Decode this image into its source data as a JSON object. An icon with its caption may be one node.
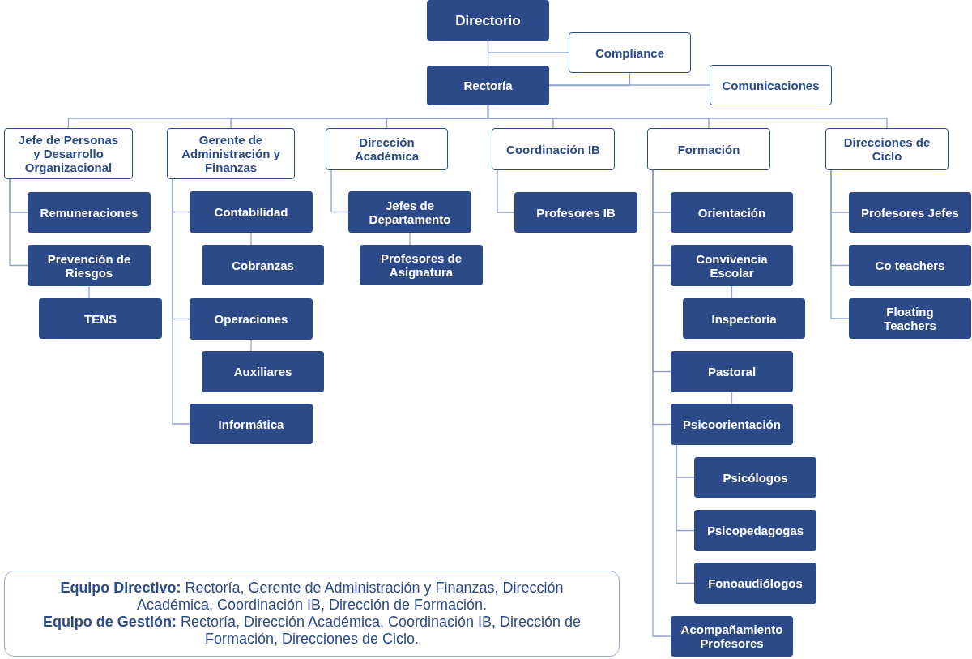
{
  "diagram": {
    "nodes": [
      {
        "text": [
          "Directorio"
        ]
      },
      {
        "text": [
          "Compliance"
        ]
      },
      {
        "text": [
          "Rectoría"
        ]
      },
      {
        "text": [
          "Comunicaciones"
        ]
      },
      {
        "text": [
          "Jefe de Personas y Desarrollo Organizacional"
        ]
      },
      {
        "text": [
          "Gerente de Administración y Finanzas"
        ]
      },
      {
        "text": [
          "Dirección Académica"
        ]
      },
      {
        "text": [
          "Coordinación IB"
        ]
      },
      {
        "text": [
          "Formación"
        ]
      },
      {
        "text": [
          "Direcciones de Ciclo"
        ]
      },
      {
        "text": [
          "Remuneraciones"
        ]
      },
      {
        "text": [
          "Prevención de Riesgos"
        ]
      },
      {
        "text": [
          "TENS"
        ]
      },
      {
        "text": [
          "Contabilidad"
        ]
      },
      {
        "text": [
          "Cobranzas"
        ]
      },
      {
        "text": [
          "Operaciones"
        ]
      },
      {
        "text": [
          "Auxiliares"
        ]
      },
      {
        "text": [
          "Informática"
        ]
      },
      {
        "text": [
          "Jefes de Departamento"
        ]
      },
      {
        "text": [
          "Profesores de Asignatura"
        ]
      },
      {
        "text": [
          "Profesores IB"
        ]
      },
      {
        "text": [
          "Orientación"
        ]
      },
      {
        "text": [
          "Convivencia Escolar"
        ]
      },
      {
        "text": [
          "Inspectoría"
        ]
      },
      {
        "text": [
          "Pastoral"
        ]
      },
      {
        "text": [
          "Psicoorientación"
        ]
      },
      {
        "text": [
          "Psicólogos"
        ]
      },
      {
        "text": [
          "Psicopedagogas"
        ]
      },
      {
        "text": [
          "Fonoaudiólogos"
        ]
      },
      {
        "text": [
          "Acompañamiento Profesores"
        ]
      },
      {
        "text": [
          "Profesores Jefes"
        ]
      },
      {
        "text": [
          "Co teachers"
        ]
      },
      {
        "text": [
          "Floating Teachers"
        ]
      },
      {
        "text": [
          "**Equipo Directivo:** Rectoría, Gerente de Administración y Finanzas, Dirección Académica, Coordinación IB, Dirección de Formación.",
          "**Equipo de Gestión:** Rectoría, Dirección Académica, Coordinación IB, Dirección de Formación, Direcciones de Ciclo."
        ]
      }
    ],
    "edges": [
      {
        "from": 0,
        "to": 1,
        "arrow": "none"
      },
      {
        "from": 0,
        "to": 2,
        "arrow": "none"
      },
      {
        "from": 1,
        "to": 2,
        "arrow": "none"
      },
      {
        "from": 2,
        "to": 3,
        "arrow": "none"
      },
      {
        "from": 2,
        "to": 4,
        "arrow": "none"
      },
      {
        "from": 2,
        "to": 5,
        "arrow": "none"
      },
      {
        "from": 2,
        "to": 6,
        "arrow": "none"
      },
      {
        "from": 2,
        "to": 7,
        "arrow": "none"
      },
      {
        "from": 2,
        "to": 8,
        "arrow": "none"
      },
      {
        "from": 2,
        "to": 9,
        "arrow": "none"
      },
      {
        "from": 4,
        "to": 10,
        "arrow": "none"
      },
      {
        "from": 4,
        "to": 11,
        "arrow": "none"
      },
      {
        "from": 11,
        "to": 12,
        "arrow": "none"
      },
      {
        "from": 5,
        "to": 13,
        "arrow": "none"
      },
      {
        "from": 13,
        "to": 14,
        "arrow": "none"
      },
      {
        "from": 5,
        "to": 15,
        "arrow": "none"
      },
      {
        "from": 15,
        "to": 16,
        "arrow": "none"
      },
      {
        "from": 5,
        "to": 17,
        "arrow": "none"
      },
      {
        "from": 6,
        "to": 18,
        "arrow": "none"
      },
      {
        "from": 18,
        "to": 19,
        "arrow": "none"
      },
      {
        "from": 7,
        "to": 20,
        "arrow": "none"
      },
      {
        "from": 8,
        "to": 21,
        "arrow": "none"
      },
      {
        "from": 8,
        "to": 22,
        "arrow": "none"
      },
      {
        "from": 22,
        "to": 23,
        "arrow": "none"
      },
      {
        "from": 8,
        "to": 24,
        "arrow": "none"
      },
      {
        "from": 24,
        "to": 25,
        "arrow": "none"
      },
      {
        "from": 8,
        "to": 25,
        "arrow": "none"
      },
      {
        "from": 25,
        "to": 26,
        "arrow": "none"
      },
      {
        "from": 25,
        "to": 27,
        "arrow": "none"
      },
      {
        "from": 25,
        "to": 28,
        "arrow": "none"
      },
      {
        "from": 8,
        "to": 29,
        "arrow": "none"
      },
      {
        "from": 9,
        "to": 30,
        "arrow": "none"
      },
      {
        "from": 9,
        "to": 31,
        "arrow": "none"
      },
      {
        "from": 9,
        "to": 32,
        "arrow": "none"
      }
    ]
  }
}
